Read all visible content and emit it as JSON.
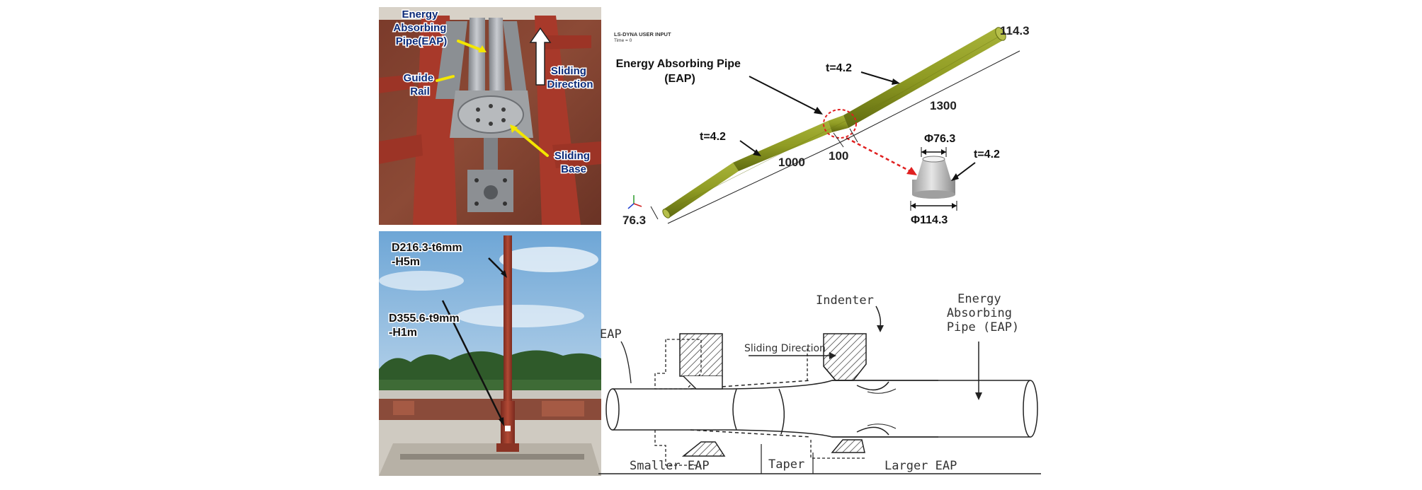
{
  "photo_top": {
    "label_eap": [
      "Energy",
      "Absorbing",
      "Pipe(EAP)"
    ],
    "label_guide_rail": [
      "Guide",
      "Rail"
    ],
    "label_sliding_direction": [
      "Sliding",
      "Direction"
    ],
    "label_sliding_base": [
      "Sliding",
      "Base"
    ]
  },
  "photo_bottom": {
    "label_upper_column": [
      "D216.3-t6mm",
      "-H5m"
    ],
    "label_lower_column": [
      "D355.6-t9mm",
      "-H1m"
    ]
  },
  "fea_model": {
    "header_line1": "LS-DYNA USER INPUT",
    "header_line2": "Time =        0",
    "label_eap": [
      "Energy Absorbing Pipe",
      "(EAP)"
    ],
    "thickness_upper": "t=4.2",
    "thickness_lower": "t=4.2",
    "thickness_reducer": "t=4.2",
    "dim_large_diameter": "114.3",
    "dim_small_diameter": "76.3",
    "dim_large_length": "1300",
    "dim_small_length": "1000",
    "dim_taper_length": "100",
    "dim_reducer_top": "Φ76.3",
    "dim_reducer_bottom": "Φ114.3",
    "colors": {
      "pipe": "#8f9b23",
      "pipe_dark": "#6f7a14",
      "highlight": "#e02020"
    }
  },
  "schematic": {
    "label_indenter": "Indenter",
    "label_eap_left": "EAP",
    "label_eap_right": [
      "Energy",
      "Absorbing",
      "Pipe (EAP)"
    ],
    "label_sliding_direction": "Sliding Direction",
    "label_smaller_eap": "Smaller EAP",
    "label_taper": "Taper",
    "label_larger_eap": "Larger EAP"
  }
}
